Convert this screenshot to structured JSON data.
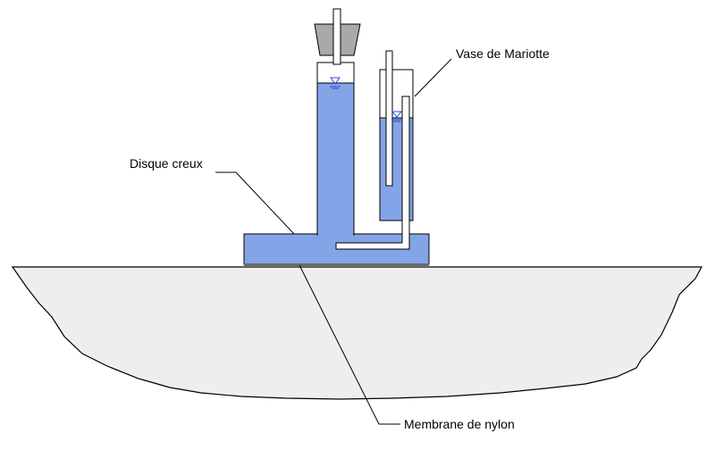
{
  "labels": {
    "vase": "Vase de Mariotte",
    "disque": "Disque creux",
    "membrane": "Membrane de nylon"
  },
  "colors": {
    "water": "#84a4e8",
    "soil": "#eeeeee",
    "stopper": "#a9a9a9",
    "membrane": "#6b6b6b",
    "outline": "#000000",
    "level_marker": "#2a4fd6"
  }
}
